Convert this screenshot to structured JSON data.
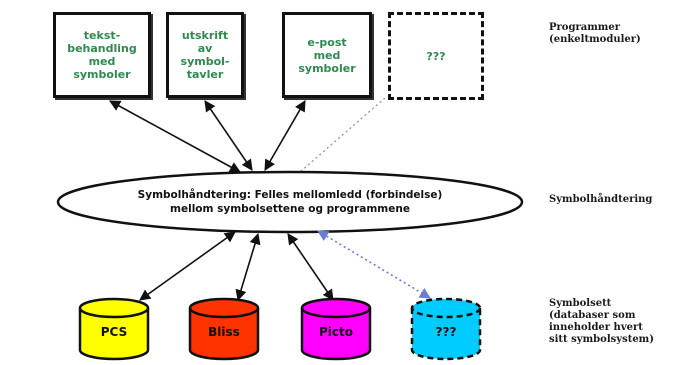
{
  "programs": [
    {
      "label": "tekst-\nbehandling\nmed\nsymboler"
    },
    {
      "label": "utskrift\nav\nsymbol-\ntavler"
    },
    {
      "label": "e-post\nmed\nsymboler"
    },
    {
      "label": "???"
    }
  ],
  "hub": {
    "line1": "Symbolhåndtering: Felles mellomledd (forbindelse)",
    "line2": "mellom symbolsettene og programmene"
  },
  "symbol_sets": [
    {
      "label": "PCS",
      "color": "#ffff00"
    },
    {
      "label": "Bliss",
      "color": "#ff3300"
    },
    {
      "label": "Picto",
      "color": "#ff00ff"
    },
    {
      "label": "???",
      "color": "#00ccff"
    }
  ],
  "side_labels": {
    "programs": "Programmer\n(enkeltmoduler)",
    "handling": "Symbolhåndtering",
    "symbol_sets": "Symbolsett\n(databaser som\ninneholder hvert\nsitt symbolsystem)"
  },
  "colors": {
    "box_text": "#2f8a4f",
    "line": "#111111",
    "dotted_line": "#6a7bd8"
  }
}
